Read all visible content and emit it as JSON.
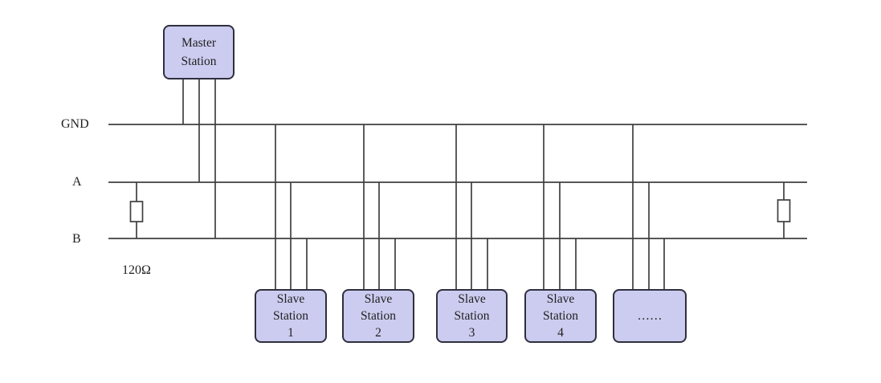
{
  "diagram": {
    "title_semantic": "RS-485 bus topology with master and slave stations",
    "bus_labels": {
      "gnd": "GND",
      "a": "A",
      "b": "B"
    },
    "termination_label": "120Ω",
    "master": {
      "lines": [
        "Master",
        "Station"
      ]
    },
    "slaves": [
      {
        "lines": [
          "Slave",
          "Station",
          "1"
        ]
      },
      {
        "lines": [
          "Slave",
          "Station",
          "2"
        ]
      },
      {
        "lines": [
          "Slave",
          "Station",
          "3"
        ]
      },
      {
        "lines": [
          "Slave",
          "Station",
          "4"
        ]
      },
      {
        "lines": [
          "……"
        ]
      }
    ],
    "colors": {
      "box_fill": "#ccccf0",
      "box_border": "#2f2f3f",
      "wire": "#3f3f3f",
      "resistor_fill": "#ffffff"
    }
  }
}
